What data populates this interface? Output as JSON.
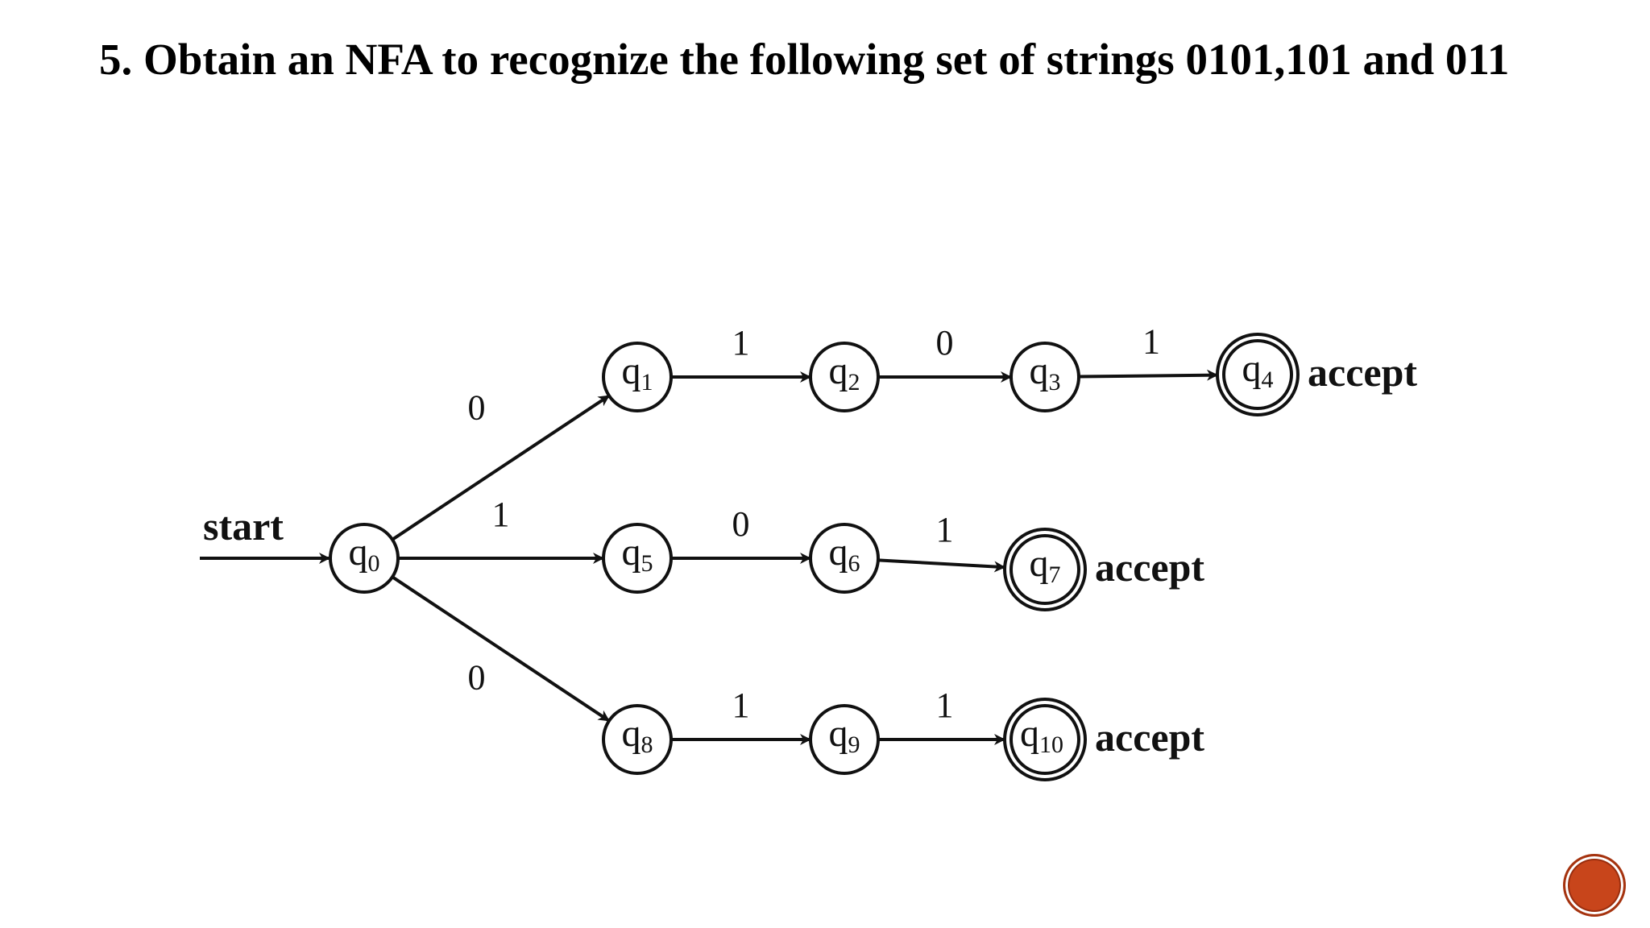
{
  "slide": {
    "title": "5. Obtain an NFA to recognize the following set of strings 0101,101 and 011",
    "accent_color": "#c8451b"
  },
  "diagram": {
    "start_label": "start",
    "accept_label": "accept",
    "states": [
      {
        "id": "q0",
        "name": "q",
        "sub": "0",
        "accepting": false,
        "start": true
      },
      {
        "id": "q1",
        "name": "q",
        "sub": "1",
        "accepting": false
      },
      {
        "id": "q2",
        "name": "q",
        "sub": "2",
        "accepting": false
      },
      {
        "id": "q3",
        "name": "q",
        "sub": "3",
        "accepting": false
      },
      {
        "id": "q4",
        "name": "q",
        "sub": "4",
        "accepting": true
      },
      {
        "id": "q5",
        "name": "q",
        "sub": "5",
        "accepting": false
      },
      {
        "id": "q6",
        "name": "q",
        "sub": "6",
        "accepting": false
      },
      {
        "id": "q7",
        "name": "q",
        "sub": "7",
        "accepting": true
      },
      {
        "id": "q8",
        "name": "q",
        "sub": "8",
        "accepting": false
      },
      {
        "id": "q9",
        "name": "q",
        "sub": "9",
        "accepting": false
      },
      {
        "id": "q10",
        "name": "q",
        "sub": "10",
        "accepting": true
      }
    ],
    "transitions": [
      {
        "from": "q0",
        "to": "q1",
        "symbol": "0"
      },
      {
        "from": "q1",
        "to": "q2",
        "symbol": "1"
      },
      {
        "from": "q2",
        "to": "q3",
        "symbol": "0"
      },
      {
        "from": "q3",
        "to": "q4",
        "symbol": "1"
      },
      {
        "from": "q0",
        "to": "q5",
        "symbol": "1"
      },
      {
        "from": "q5",
        "to": "q6",
        "symbol": "0"
      },
      {
        "from": "q6",
        "to": "q7",
        "symbol": "1"
      },
      {
        "from": "q0",
        "to": "q8",
        "symbol": "0"
      },
      {
        "from": "q8",
        "to": "q9",
        "symbol": "1"
      },
      {
        "from": "q9",
        "to": "q10",
        "symbol": "1"
      }
    ]
  }
}
